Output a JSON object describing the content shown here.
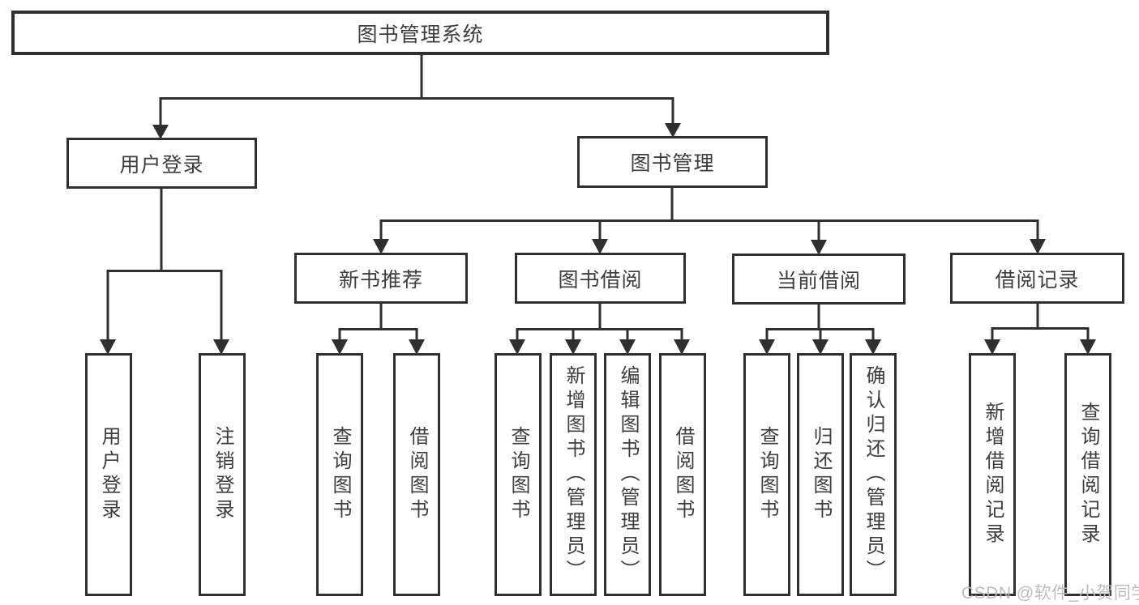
{
  "diagram": {
    "root": {
      "label": "图书管理系统"
    },
    "branches": [
      {
        "label": "用户登录",
        "children": [
          {
            "label": "用户登录"
          },
          {
            "label": "注销登录"
          }
        ]
      },
      {
        "label": "图书管理",
        "children": [
          {
            "label": "新书推荐",
            "children": [
              {
                "label": "查询图书"
              },
              {
                "label": "借阅图书"
              }
            ]
          },
          {
            "label": "图书借阅",
            "children": [
              {
                "label": "查询图书"
              },
              {
                "label": "新增图书（管理员）"
              },
              {
                "label": "编辑图书（管理员）"
              },
              {
                "label": "借阅图书"
              }
            ]
          },
          {
            "label": "当前借阅",
            "children": [
              {
                "label": "查询图书"
              },
              {
                "label": "归还图书"
              },
              {
                "label": "确认归还（管理员）"
              }
            ]
          },
          {
            "label": "借阅记录",
            "children": [
              {
                "label": "新增借阅记录"
              },
              {
                "label": "查询借阅记录"
              }
            ]
          }
        ]
      }
    ]
  },
  "watermark": {
    "text": "CSDN @软件_小贺同学"
  },
  "colors": {
    "line": "#2f2f2f",
    "text": "#3d3d3d",
    "background": "#ffffff",
    "watermark": "#b9b9b9"
  }
}
